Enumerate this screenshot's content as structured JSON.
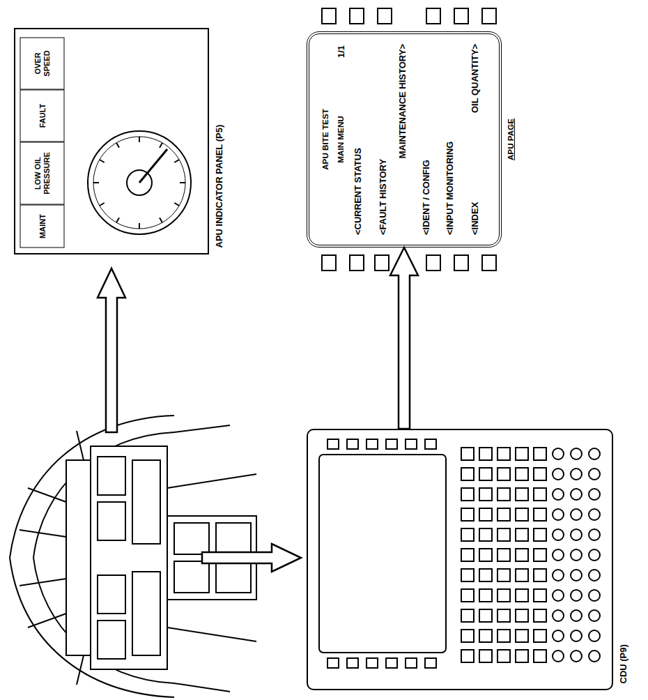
{
  "diagram": {
    "nodes": [
      {
        "text": [
          "APU INDICATOR PANEL (P5)"
        ]
      },
      {
        "text": [
          "MAINT"
        ],
        "in": 0
      },
      {
        "text": [
          "LOW OIL PRESSURE"
        ],
        "in": 0
      },
      {
        "text": [
          "FAULT"
        ],
        "in": 0
      },
      {
        "text": [
          "OVER SPEED"
        ],
        "in": 0
      },
      {
        "text": [
          "APU PAGE",
          "APU BITE TEST",
          "MAIN MENU",
          "1/1",
          "<CURRENT STATUS",
          "<FAULT HISTORY",
          "MAINTENANCE HISTORY>",
          "<IDENT / CONFIG",
          "<INPUT MONITORING",
          "<INDEX",
          "OIL QUANTITY>"
        ]
      },
      {
        "text": [
          "CDU (P9)"
        ]
      }
    ],
    "edges": [
      {
        "from": 6,
        "to": 5,
        "arrow": "to"
      }
    ]
  }
}
